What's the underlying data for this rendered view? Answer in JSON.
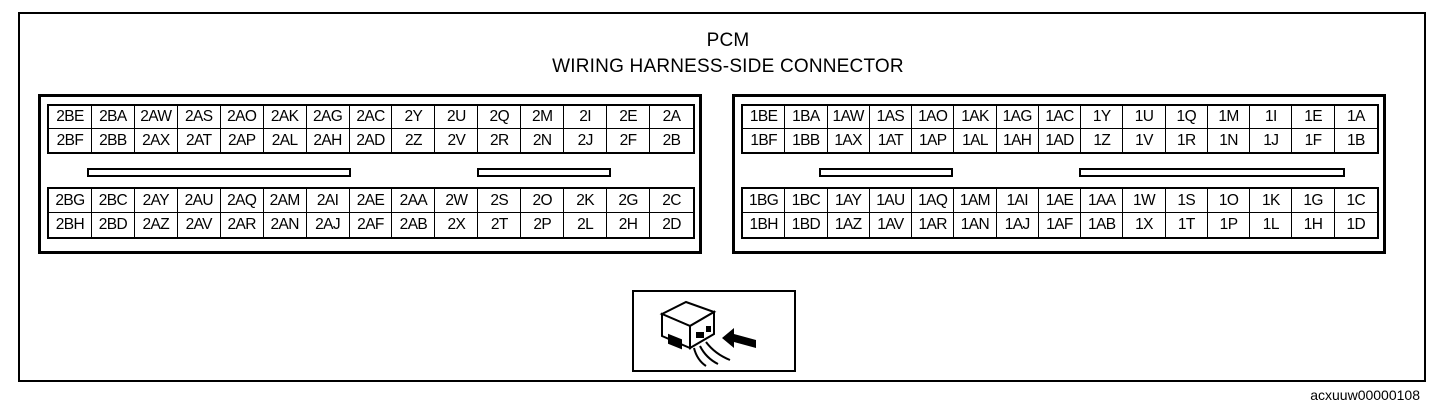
{
  "title": {
    "line1": "PCM",
    "line2": "WIRING HARNESS-SIDE CONNECTOR"
  },
  "connector2": {
    "top_rows": [
      [
        "2BE",
        "2BA",
        "2AW",
        "2AS",
        "2AO",
        "2AK",
        "2AG",
        "2AC",
        "2Y",
        "2U",
        "2Q",
        "2M",
        "2I",
        "2E",
        "2A"
      ],
      [
        "2BF",
        "2BB",
        "2AX",
        "2AT",
        "2AP",
        "2AL",
        "2AH",
        "2AD",
        "2Z",
        "2V",
        "2R",
        "2N",
        "2J",
        "2F",
        "2B"
      ]
    ],
    "bottom_rows": [
      [
        "2BG",
        "2BC",
        "2AY",
        "2AU",
        "2AQ",
        "2AM",
        "2AI",
        "2AE",
        "2AA",
        "2W",
        "2S",
        "2O",
        "2K",
        "2G",
        "2C"
      ],
      [
        "2BH",
        "2BD",
        "2AZ",
        "2AV",
        "2AR",
        "2AN",
        "2AJ",
        "2AF",
        "2AB",
        "2X",
        "2T",
        "2P",
        "2L",
        "2H",
        "2D"
      ]
    ]
  },
  "connector1": {
    "top_rows": [
      [
        "1BE",
        "1BA",
        "1AW",
        "1AS",
        "1AO",
        "1AK",
        "1AG",
        "1AC",
        "1Y",
        "1U",
        "1Q",
        "1M",
        "1I",
        "1E",
        "1A"
      ],
      [
        "1BF",
        "1BB",
        "1AX",
        "1AT",
        "1AP",
        "1AL",
        "1AH",
        "1AD",
        "1Z",
        "1V",
        "1R",
        "1N",
        "1J",
        "1F",
        "1B"
      ]
    ],
    "bottom_rows": [
      [
        "1BG",
        "1BC",
        "1AY",
        "1AU",
        "1AQ",
        "1AM",
        "1AI",
        "1AE",
        "1AA",
        "1W",
        "1S",
        "1O",
        "1K",
        "1G",
        "1C"
      ],
      [
        "1BH",
        "1BD",
        "1AZ",
        "1AV",
        "1AR",
        "1AN",
        "1AJ",
        "1AF",
        "1AB",
        "1X",
        "1T",
        "1P",
        "1L",
        "1H",
        "1D"
      ]
    ]
  },
  "icon": "connector-harness-side-view-icon",
  "image_code": "acxuuw00000108"
}
